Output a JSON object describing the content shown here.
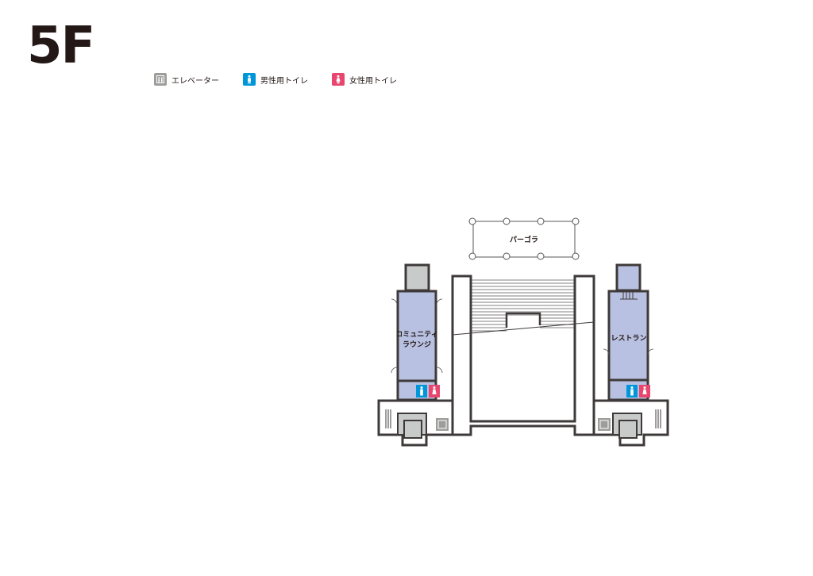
{
  "floor": "5F",
  "legend": [
    {
      "icon": "elevator-icon",
      "label": "エレベーター",
      "color": "#9d9d9c"
    },
    {
      "icon": "mens-toilet-icon",
      "label": "男性用トイレ",
      "color": "#0097d9"
    },
    {
      "icon": "womens-toilet-icon",
      "label": "女性用トイレ",
      "color": "#e8466e"
    }
  ],
  "rooms": {
    "pergola": "パーゴラ",
    "community_lounge_line1": "コミュニティ",
    "community_lounge_line2": "ラウンジ",
    "restaurant": "レストラン"
  },
  "colors": {
    "room_fill": "#b9c1e2",
    "wall": "#3e3a39",
    "core_fill": "#c9caca",
    "mens": "#0097d9",
    "womens": "#e8466e",
    "elevator": "#9d9d9c"
  }
}
